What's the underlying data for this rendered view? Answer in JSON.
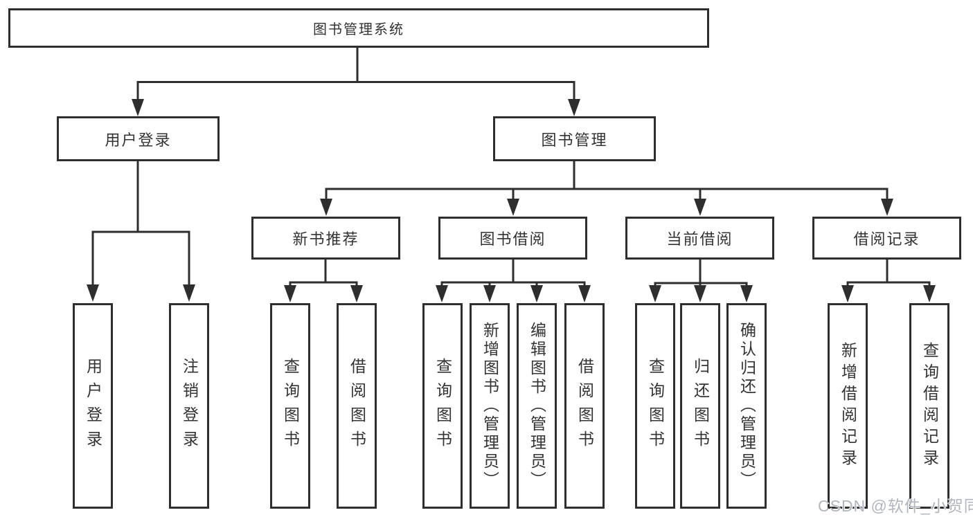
{
  "colors": {
    "line": "#2e2e2e",
    "box_border": "#2e2e2e",
    "text": "#333333",
    "watermark": "#acb2bc"
  },
  "tree": {
    "root": {
      "label": "图书管理系统",
      "children": [
        {
          "label": "用户登录",
          "children": [
            {
              "label": "用户登录"
            },
            {
              "label": "注销登录"
            }
          ]
        },
        {
          "label": "图书管理",
          "children": [
            {
              "label": "新书推荐",
              "children": [
                {
                  "label": "查询图书"
                },
                {
                  "label": "借阅图书"
                }
              ]
            },
            {
              "label": "图书借阅",
              "children": [
                {
                  "label": "查询图书"
                },
                {
                  "label": "新增图书（管理员）"
                },
                {
                  "label": "编辑图书（管理员）"
                },
                {
                  "label": "借阅图书"
                }
              ]
            },
            {
              "label": "当前借阅",
              "children": [
                {
                  "label": "查询图书"
                },
                {
                  "label": "归还图书"
                },
                {
                  "label": "确认归还（管理员）"
                }
              ]
            },
            {
              "label": "借阅记录",
              "children": [
                {
                  "label": "新增借阅记录"
                },
                {
                  "label": "查询借阅记录"
                }
              ]
            }
          ]
        }
      ]
    }
  },
  "watermark": {
    "text": "CSDN @软件_小贺同学"
  }
}
